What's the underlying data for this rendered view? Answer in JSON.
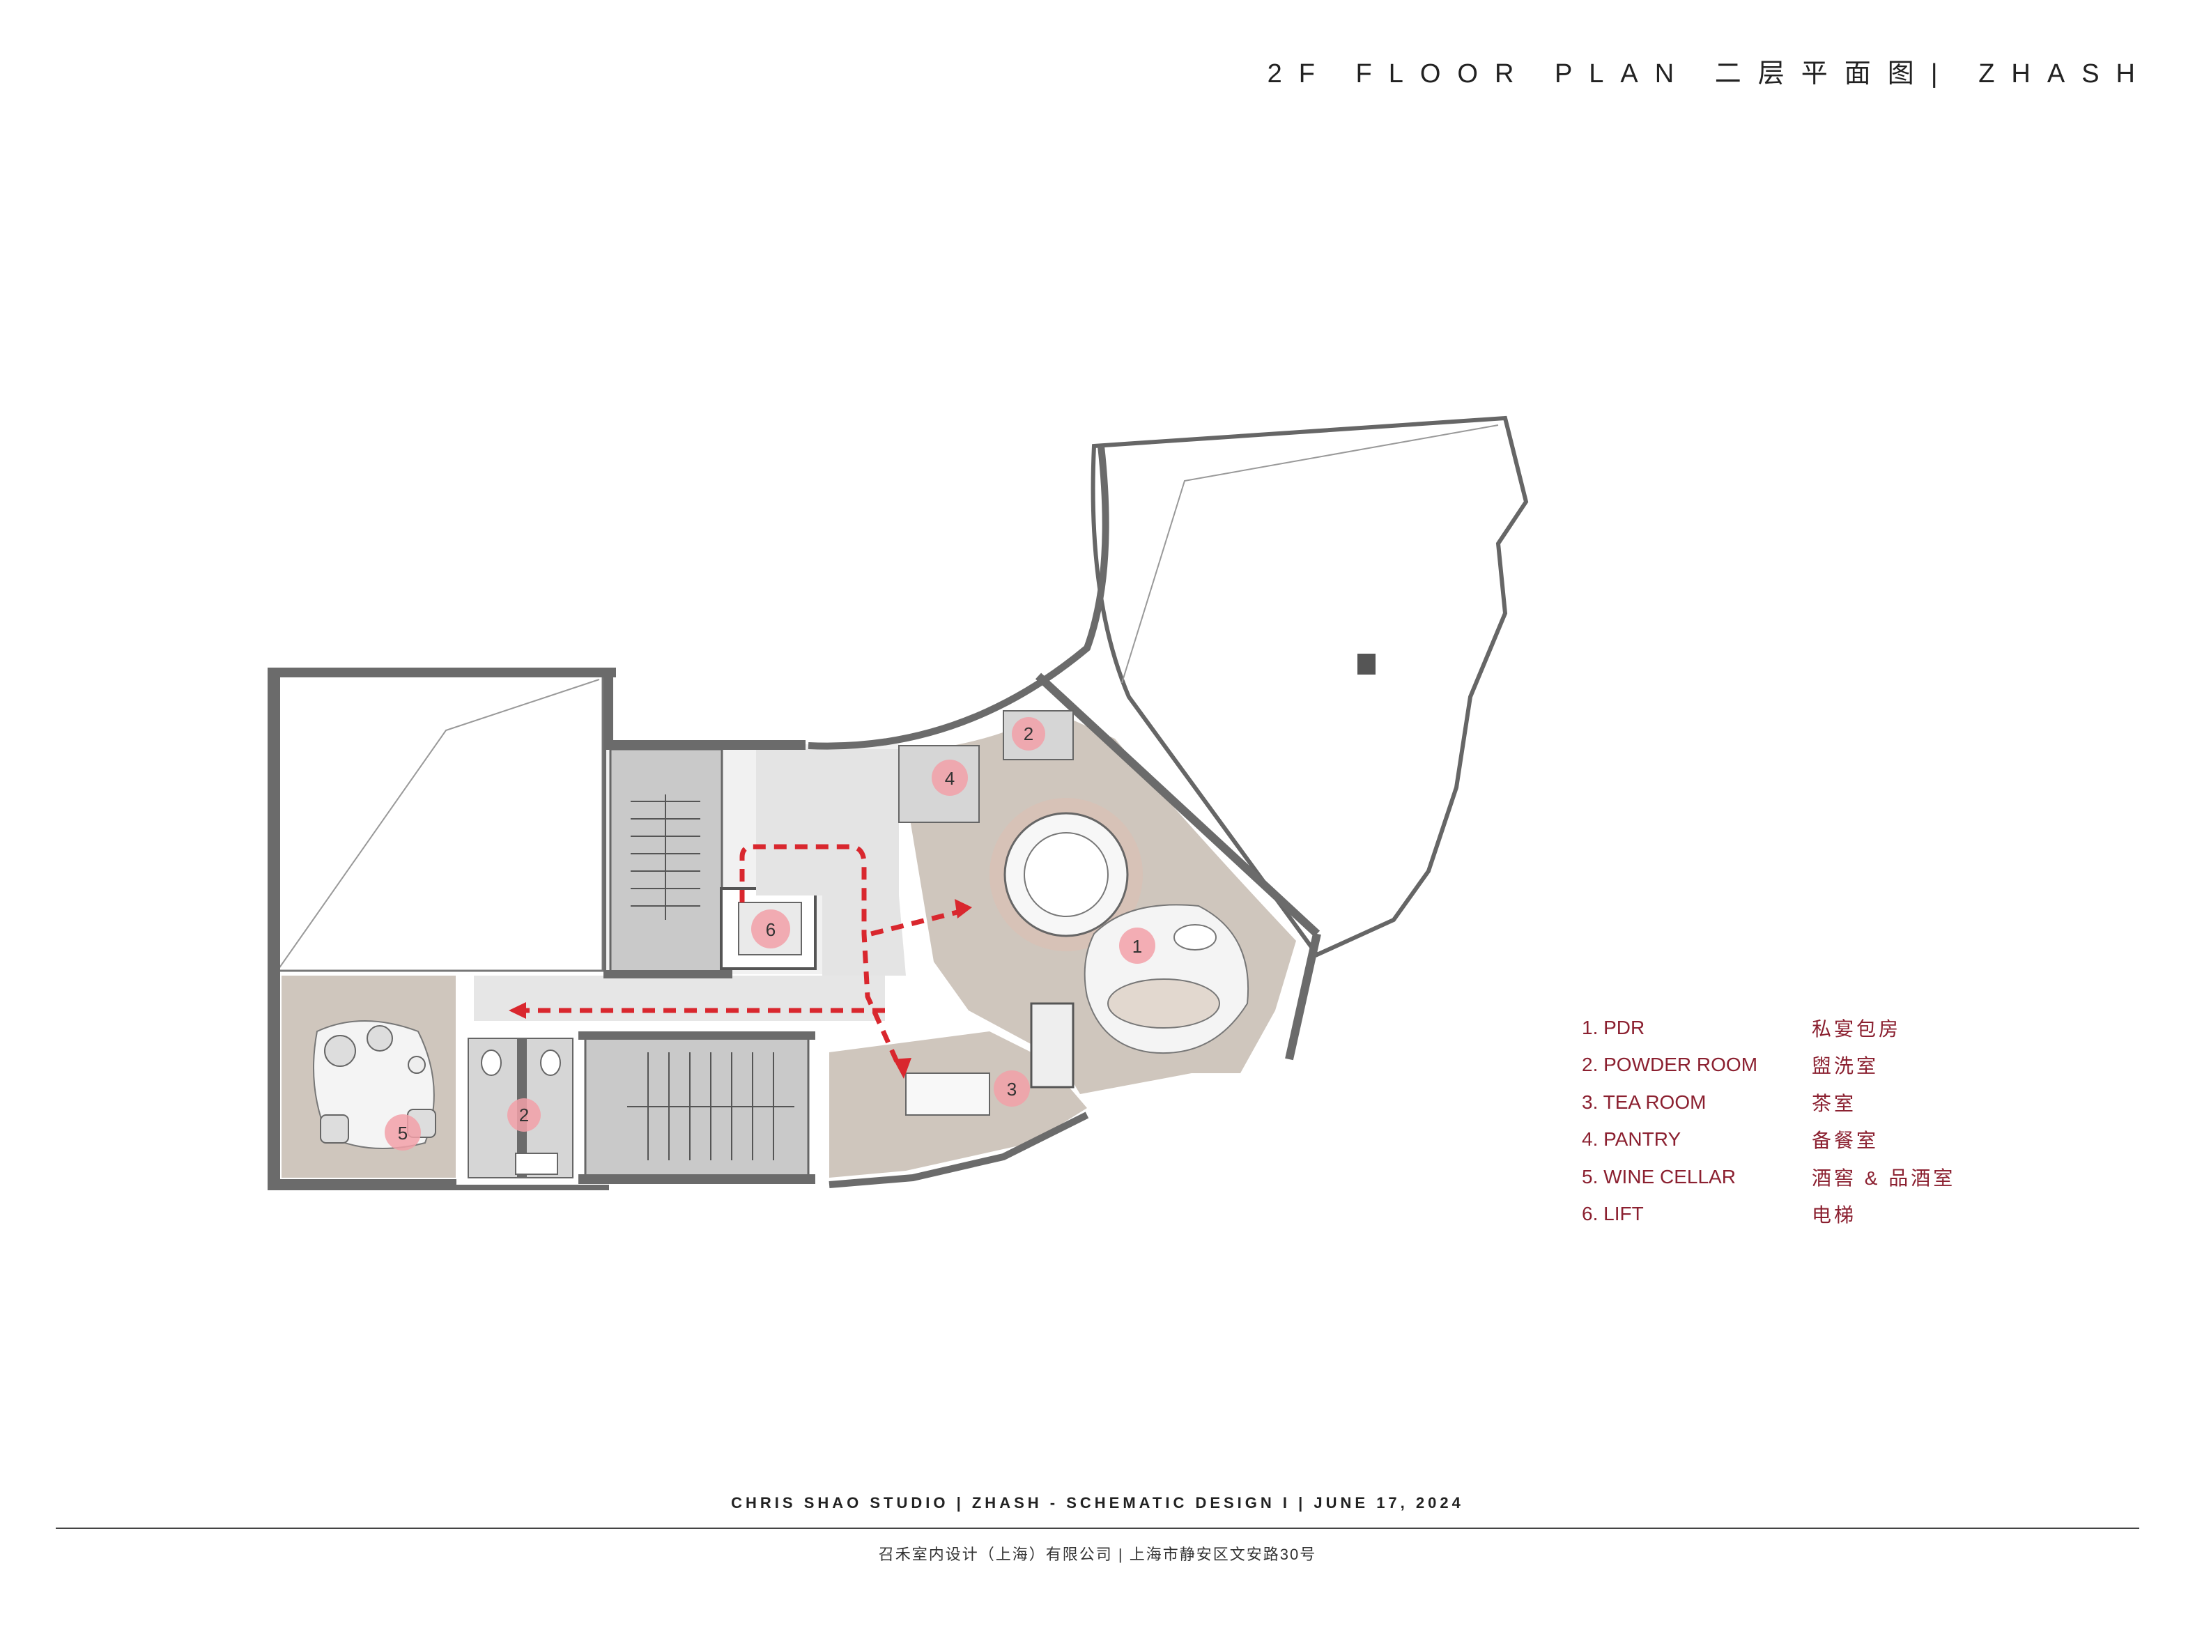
{
  "header": {
    "title": "2F FLOOR PLAN  二层平面图| ZHASH"
  },
  "markers": [
    {
      "num": "1"
    },
    {
      "num": "2"
    },
    {
      "num": "3"
    },
    {
      "num": "4"
    },
    {
      "num": "5"
    },
    {
      "num": "2"
    },
    {
      "num": "6"
    }
  ],
  "legend": [
    {
      "en": "1.  PDR",
      "cn": "私宴包房"
    },
    {
      "en": "2.  POWDER ROOM",
      "cn": "盥洗室"
    },
    {
      "en": "3.  TEA ROOM",
      "cn": "茶室"
    },
    {
      "en": "4.  PANTRY",
      "cn": "备餐室"
    },
    {
      "en": "5.  WINE CELLAR",
      "cn": "酒窖 & 品酒室"
    },
    {
      "en": "6.  LIFT",
      "cn": "电梯"
    }
  ],
  "footer": {
    "line1": "CHRIS SHAO STUDIO   | ZHASH - SCHEMATIC DESIGN I |  JUNE 17, 2024",
    "line2": "召禾室内设计（上海）有限公司  | 上海市静安区文安路30号"
  },
  "colors": {
    "accent": "#8b2030",
    "marker": "#f2a0a8",
    "route": "#d9272e",
    "wall": "#6b6b6b",
    "wood": "#cfc6bd",
    "stone": "#e6e6e6"
  }
}
